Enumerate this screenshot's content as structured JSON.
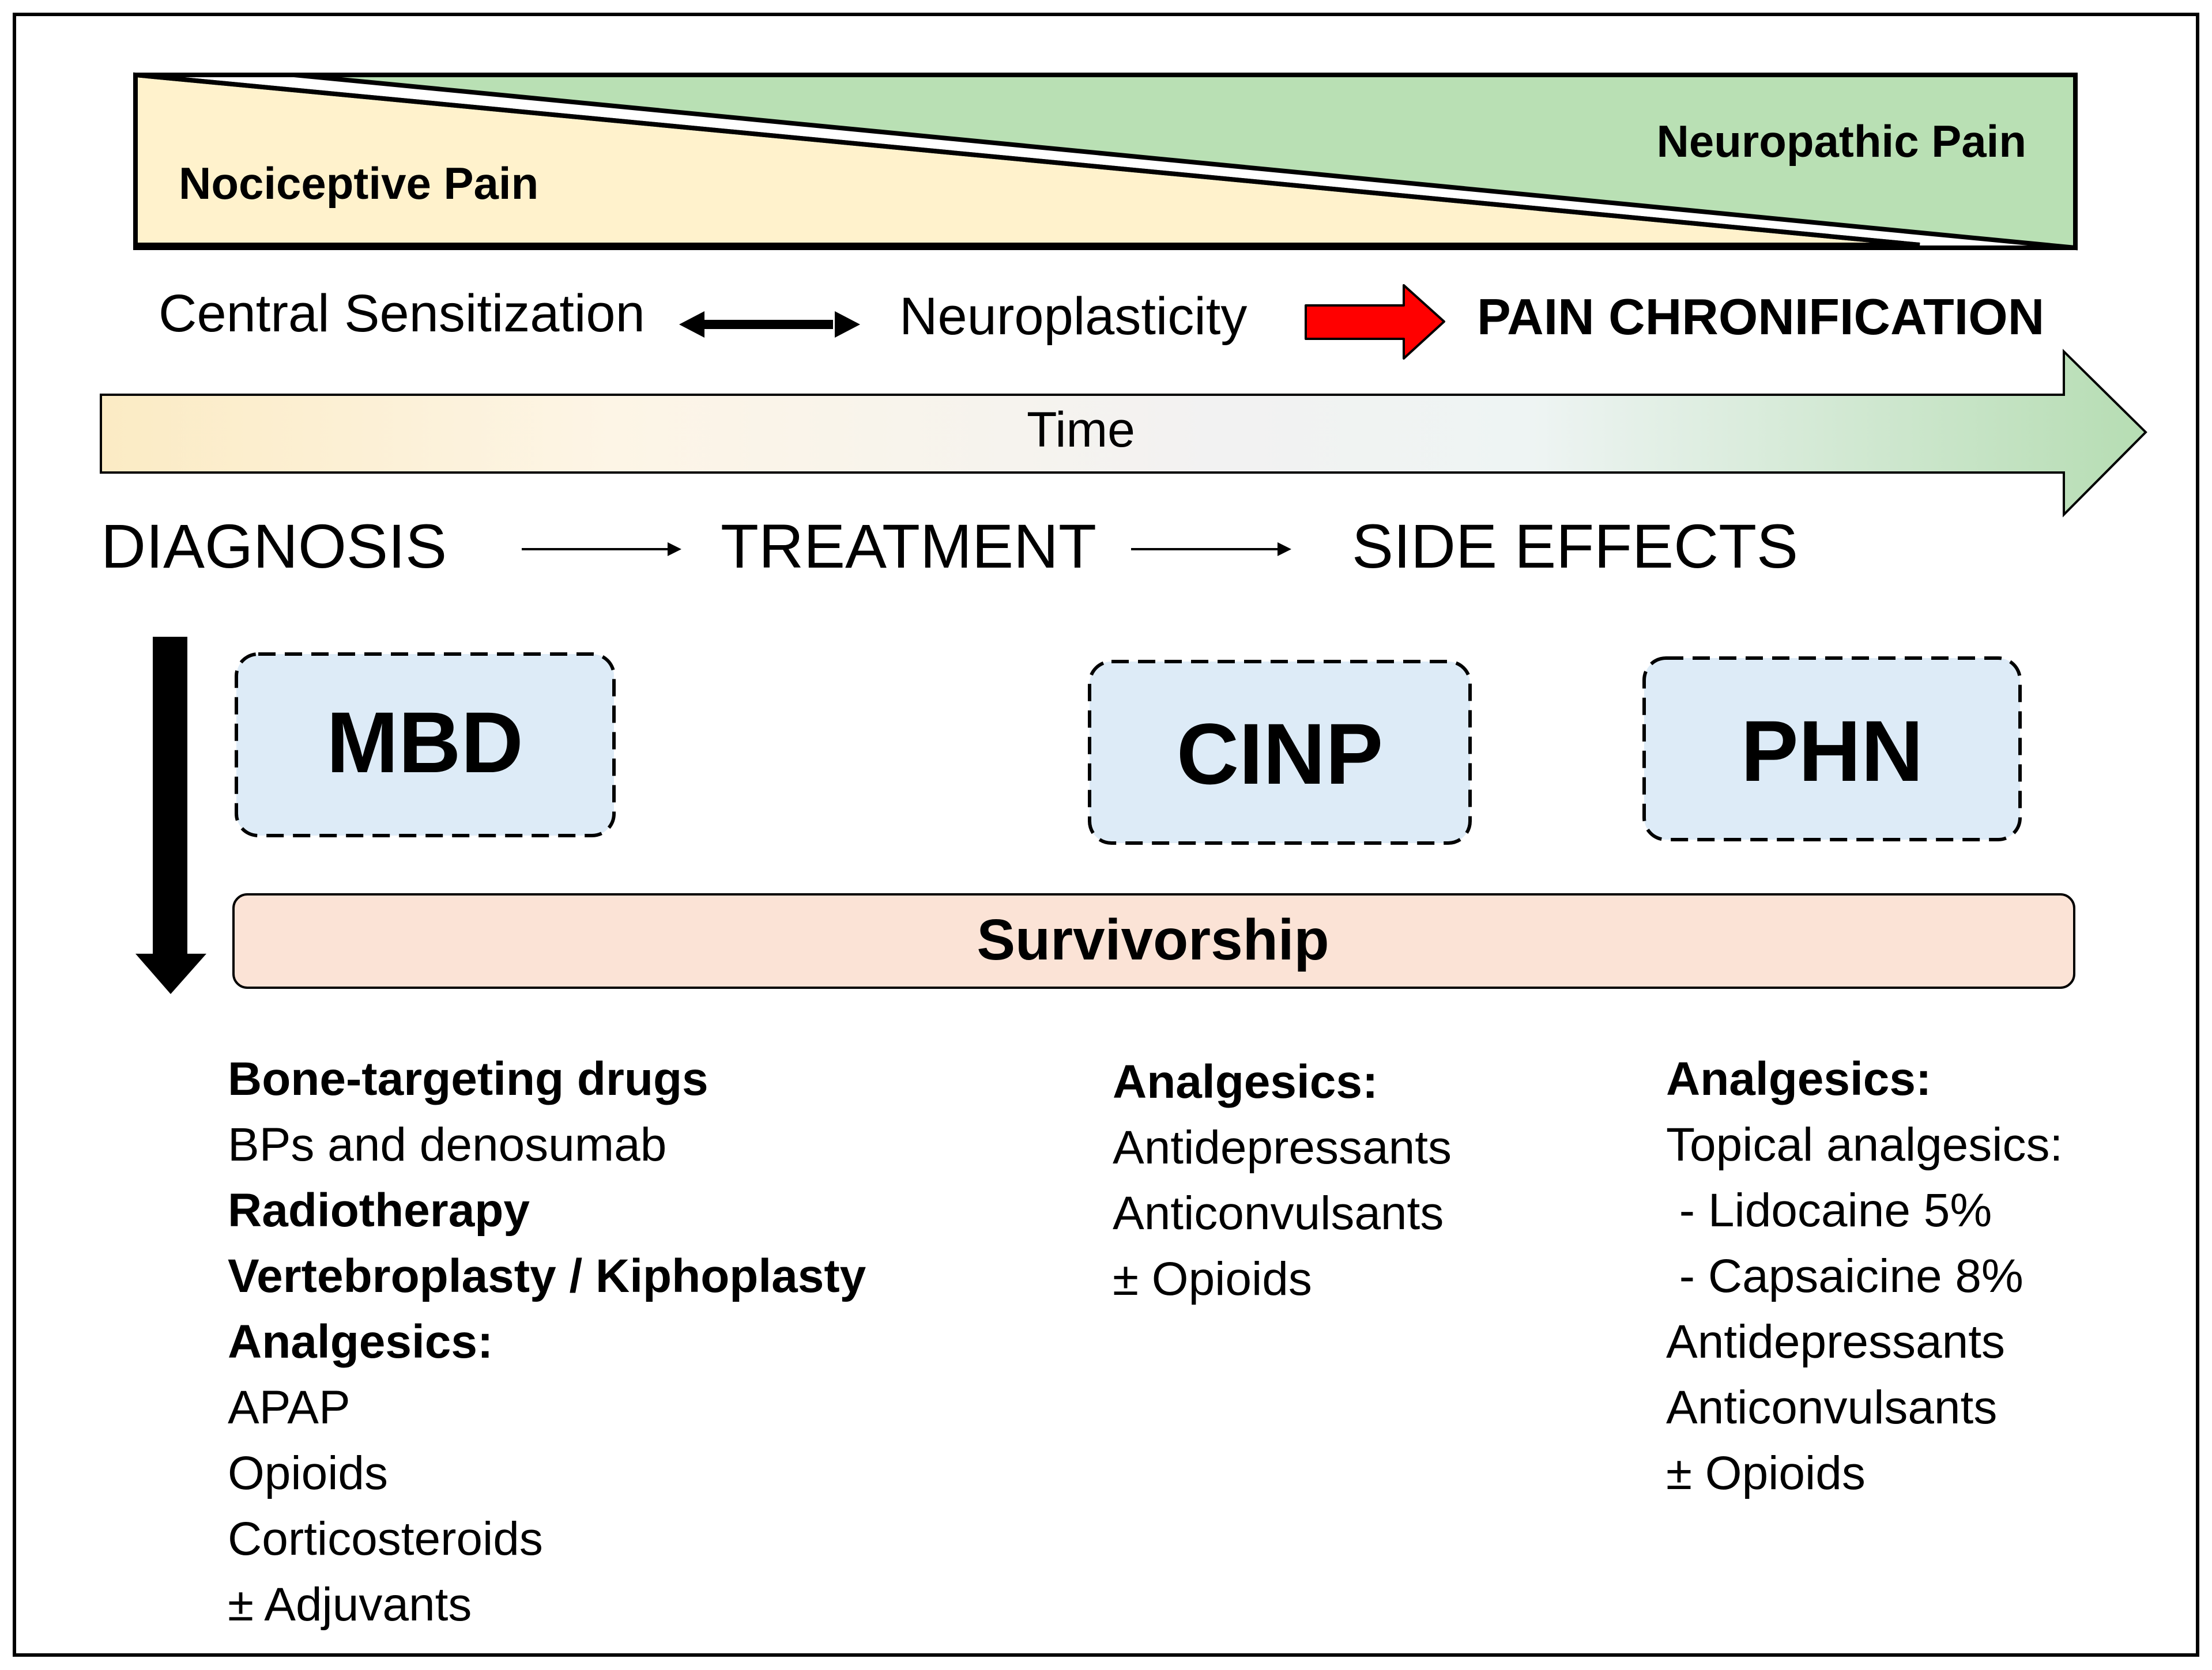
{
  "pain_triangle": {
    "nociceptive": "Nociceptive Pain",
    "neuropathic": "Neuropathic Pain",
    "colors": {
      "nociceptive": "#FFF2CC",
      "neuropathic": "#B9E0B4"
    }
  },
  "process": {
    "central_sensitization": "Central Sensitization",
    "neuroplasticity": "Neuroplasticity",
    "pain_chronification": "PAIN CHRONIFICATION",
    "chronification_color": "#FF0000"
  },
  "timeline": {
    "label": "Time"
  },
  "stages": {
    "diagnosis": "DIAGNOSIS",
    "treatment": "TREATMENT",
    "side_effects": "SIDE EFFECTS"
  },
  "boxes": {
    "mbd": "MBD",
    "cinp": "CINP",
    "phn": "PHN",
    "fill": "#DDEBF7"
  },
  "survivorship": {
    "label": "Survivorship",
    "fill": "#FBE3D6"
  },
  "lists": {
    "mbd": [
      {
        "text": "Bone-targeting drugs",
        "bold": true
      },
      {
        "text": "BPs and denosumab",
        "bold": false
      },
      {
        "text": "Radiotherapy",
        "bold": true
      },
      {
        "text": "Vertebroplasty / Kiphoplasty",
        "bold": true
      },
      {
        "text": "Analgesics:",
        "bold": true
      },
      {
        "text": "APAP",
        "bold": false
      },
      {
        "text": "Opioids",
        "bold": false
      },
      {
        "text": "Corticosteroids",
        "bold": false
      },
      {
        "text": "± Adjuvants",
        "bold": false
      }
    ],
    "cinp": [
      {
        "text": "Analgesics:",
        "bold": true
      },
      {
        "text": "Antidepressants",
        "bold": false
      },
      {
        "text": "Anticonvulsants",
        "bold": false
      },
      {
        "text": "± Opioids",
        "bold": false
      }
    ],
    "phn": [
      {
        "text": "Analgesics:",
        "bold": true
      },
      {
        "text": "Topical analgesics:",
        "bold": false
      },
      {
        "text": " - Lidocaine 5%",
        "bold": false
      },
      {
        "text": " - Capsaicine 8%",
        "bold": false
      },
      {
        "text": "Antidepressants",
        "bold": false
      },
      {
        "text": "Anticonvulsants",
        "bold": false
      },
      {
        "text": "± Opioids",
        "bold": false
      }
    ]
  }
}
